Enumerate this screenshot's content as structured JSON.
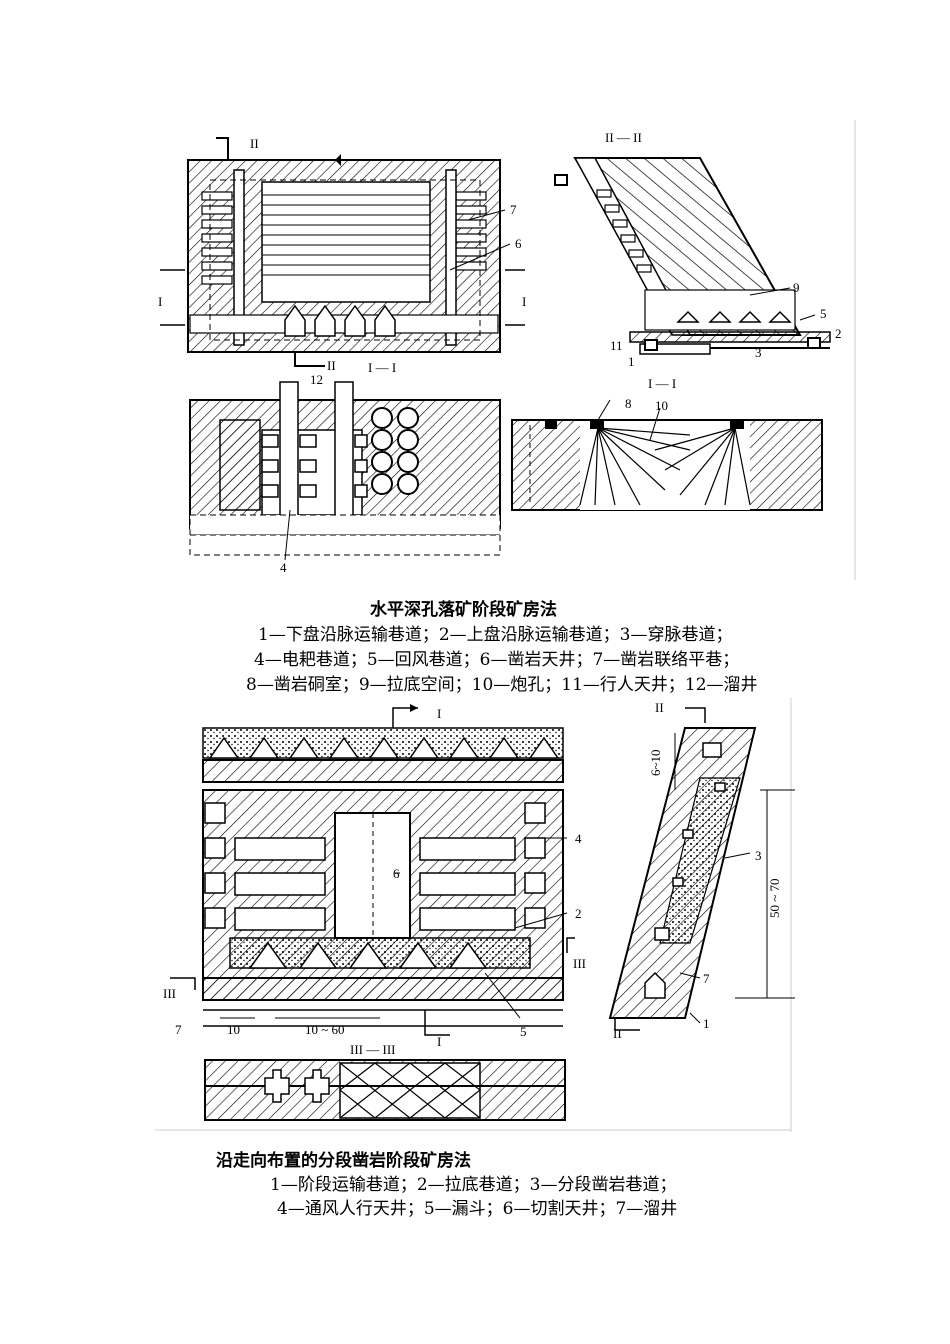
{
  "figure1": {
    "labels": {
      "section_top_left": "II",
      "section_top_right": "II — II",
      "section_mid": "II",
      "section_i_i_mid": "I — I",
      "section_i_i_right": "I — I",
      "n1": "1",
      "n2": "2",
      "n3": "3",
      "n4": "4",
      "n5": "5",
      "n6": "6",
      "n7": "7",
      "n8": "8",
      "n9": "9",
      "n10": "10",
      "n11": "11",
      "n12": "12",
      "side_i_left": "I",
      "side_i_right": "I"
    },
    "caption": {
      "title": "水平深孔落矿阶段矿房法",
      "line1": "1—下盘沿脉运输巷道；2—上盘沿脉运输巷道；3—穿脉巷道；",
      "line2": "4—电耙巷道；5—回风巷道；6—凿岩天井；7—凿岩联络平巷；",
      "line3": "8—凿岩硐室；9—拉底空间；10—炮孔；11—行人天井；12—溜井"
    }
  },
  "figure2": {
    "labels": {
      "sec_top": "I",
      "sec_top_right": "II",
      "sec_bottom": "I",
      "sec_bottom_right": "II",
      "sec_left": "III",
      "sec_right": "III",
      "sec_bottom_plan": "III — III",
      "dim_10": "10",
      "dim_10_60": "10 ~ 60",
      "dim_6_10": "6~10",
      "dim_50_70": "50 ~ 70",
      "n1": "1",
      "n2": "2",
      "n3": "3",
      "n4": "4",
      "n5": "5",
      "n6": "6",
      "n7": "7",
      "n7b": "7"
    },
    "caption": {
      "title": "沿走向布置的分段凿岩阶段矿房法",
      "line1": "1—阶段运输巷道；2—拉底巷道；3—分段凿岩巷道；",
      "line2": "4—通风人行天井；5—漏斗；6—切割天井；7—溜井"
    }
  }
}
